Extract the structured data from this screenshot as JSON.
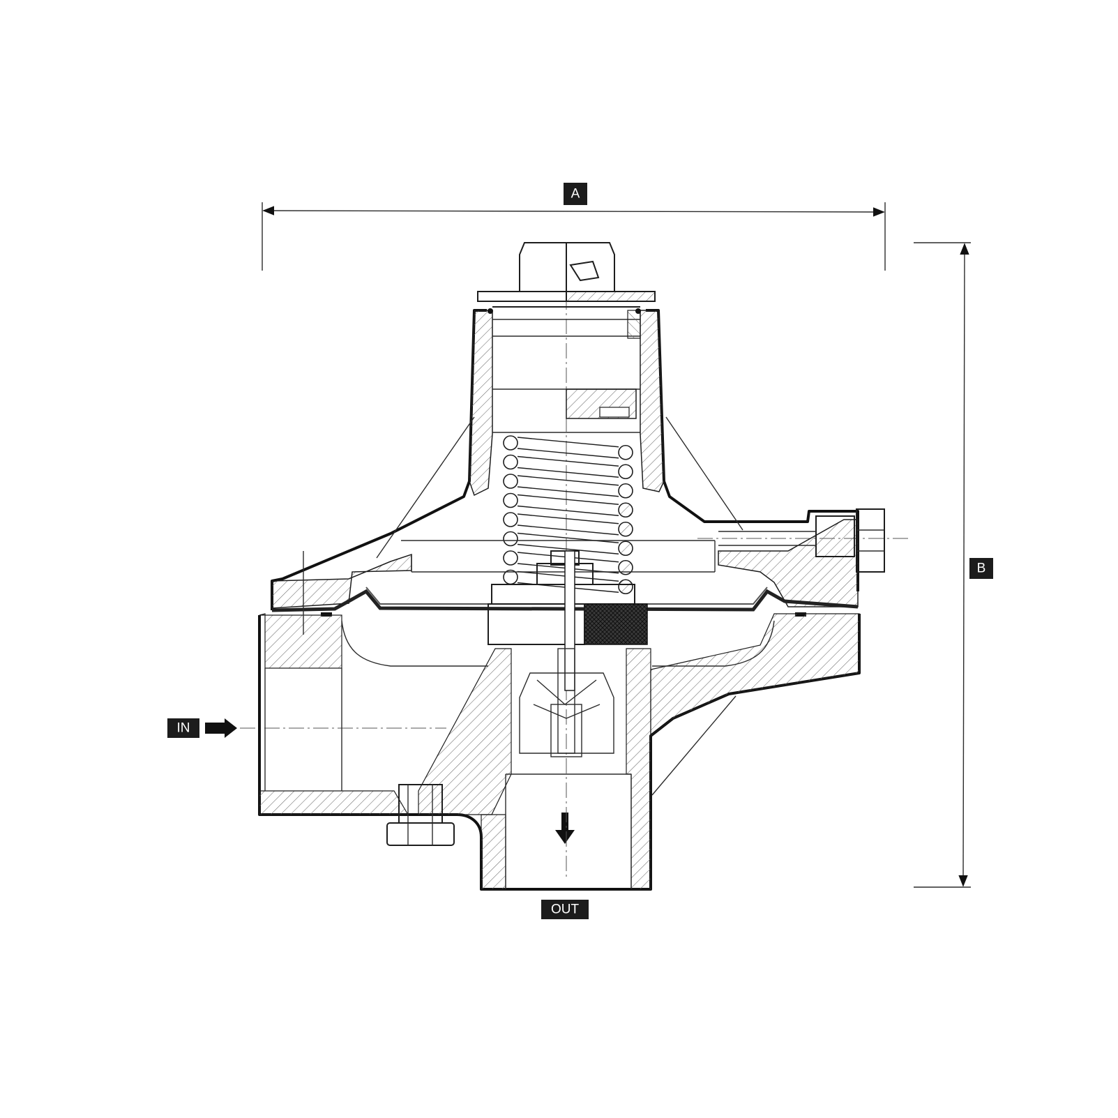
{
  "diagram": {
    "dimension_labels": {
      "width": "A",
      "height": "B"
    },
    "flow_labels": {
      "inlet": "IN",
      "outlet": "OUT"
    },
    "colors": {
      "label_bg": "#1c1c1c",
      "label_text": "#ffffff",
      "line": "#1d1d1d",
      "hatch": "#6a6a6a",
      "seal": "#2a2a2a"
    },
    "spring_coils": 8
  }
}
